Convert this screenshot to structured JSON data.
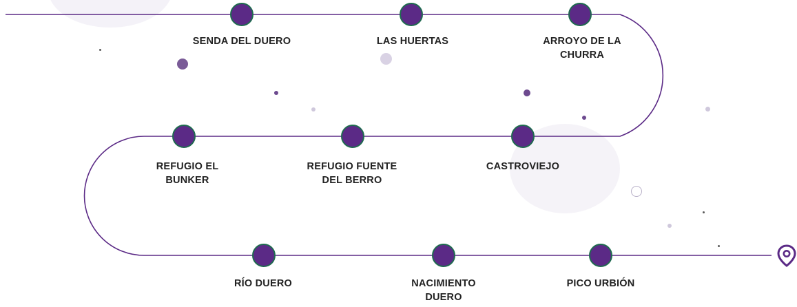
{
  "stops": [
    {
      "label": "SENDA DEL DUERO"
    },
    {
      "label": "LAS HUERTAS"
    },
    {
      "label": "ARROYO DE LA\nCHURRA"
    },
    {
      "label": "REFUGIO EL\nBUNKER"
    },
    {
      "label": "REFUGIO FUENTE\nDEL BERRO"
    },
    {
      "label": "CASTROVIEJO"
    },
    {
      "label": "RÍO DUERO"
    },
    {
      "label": "NACIMIENTO\nDUERO"
    },
    {
      "label": "PICO URBIÓN"
    }
  ],
  "colors": {
    "route_line": "#5b2a86",
    "stop_fill": "#5b2a86",
    "stop_border": "#1f6b4f",
    "label_text": "#222222",
    "pin": "#5b2a86",
    "dot_dark": "#6d4a8f",
    "dot_light": "#c9c2d8"
  },
  "icons": {
    "end_marker": "location-pin-icon"
  }
}
